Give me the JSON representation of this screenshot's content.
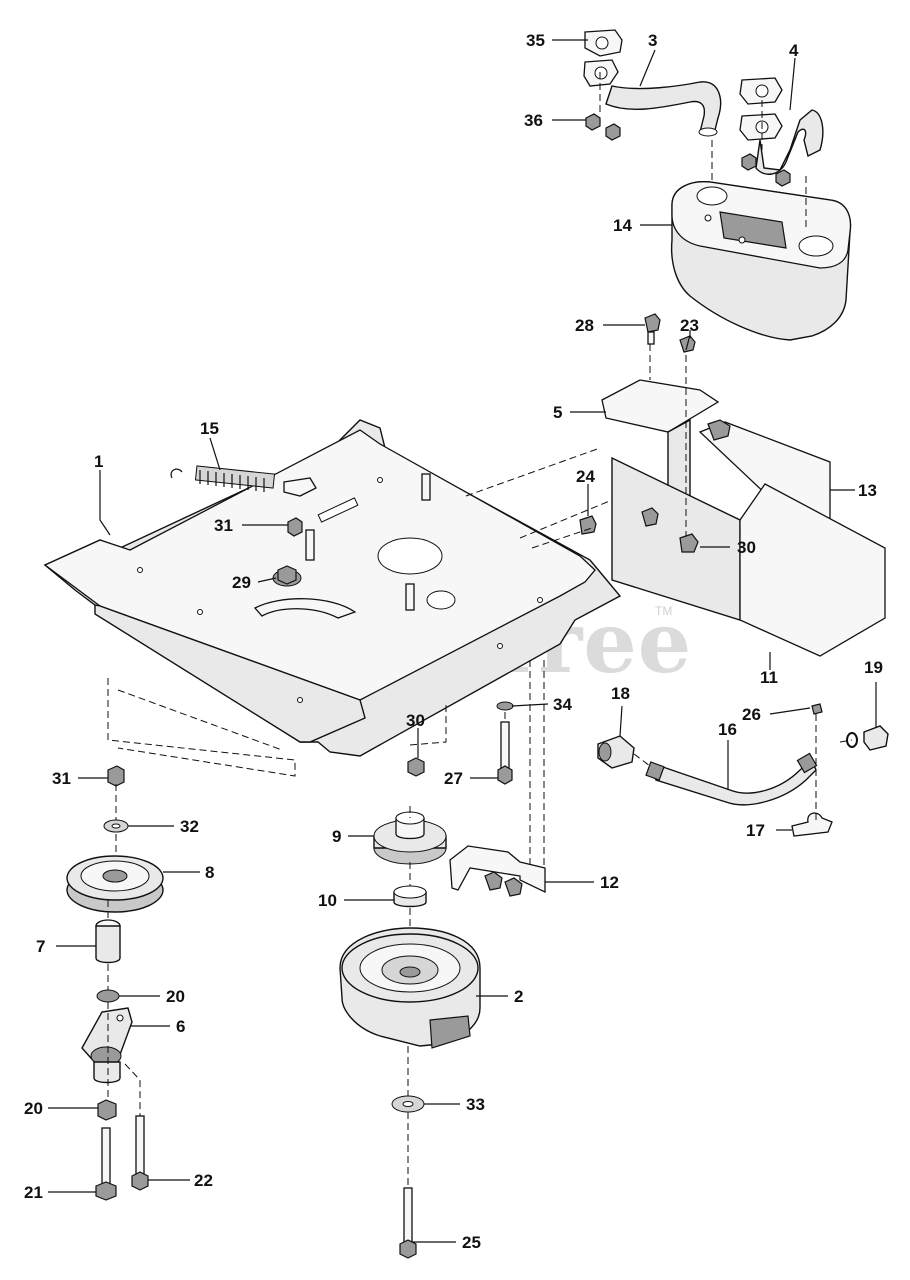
{
  "watermark": {
    "text": "PartsTree",
    "trademark": "TM"
  },
  "callouts": {
    "p1": "1",
    "p2": "2",
    "p3": "3",
    "p4": "4",
    "p5": "5",
    "p6": "6",
    "p7": "7",
    "p8": "8",
    "p9": "9",
    "p10": "10",
    "p11": "11",
    "p12": "12",
    "p13": "13",
    "p14": "14",
    "p15": "15",
    "p16": "16",
    "p17": "17",
    "p18": "18",
    "p19": "19",
    "p20a": "20",
    "p20b": "20",
    "p21": "21",
    "p22": "22",
    "p23": "23",
    "p24": "24",
    "p25": "25",
    "p26": "26",
    "p27": "27",
    "p28": "28",
    "p29": "29",
    "p30a": "30",
    "p30b": "30",
    "p31a": "31",
    "p31b": "31",
    "p32": "32",
    "p33": "33",
    "p34": "34",
    "p35": "35",
    "p36": "36"
  }
}
